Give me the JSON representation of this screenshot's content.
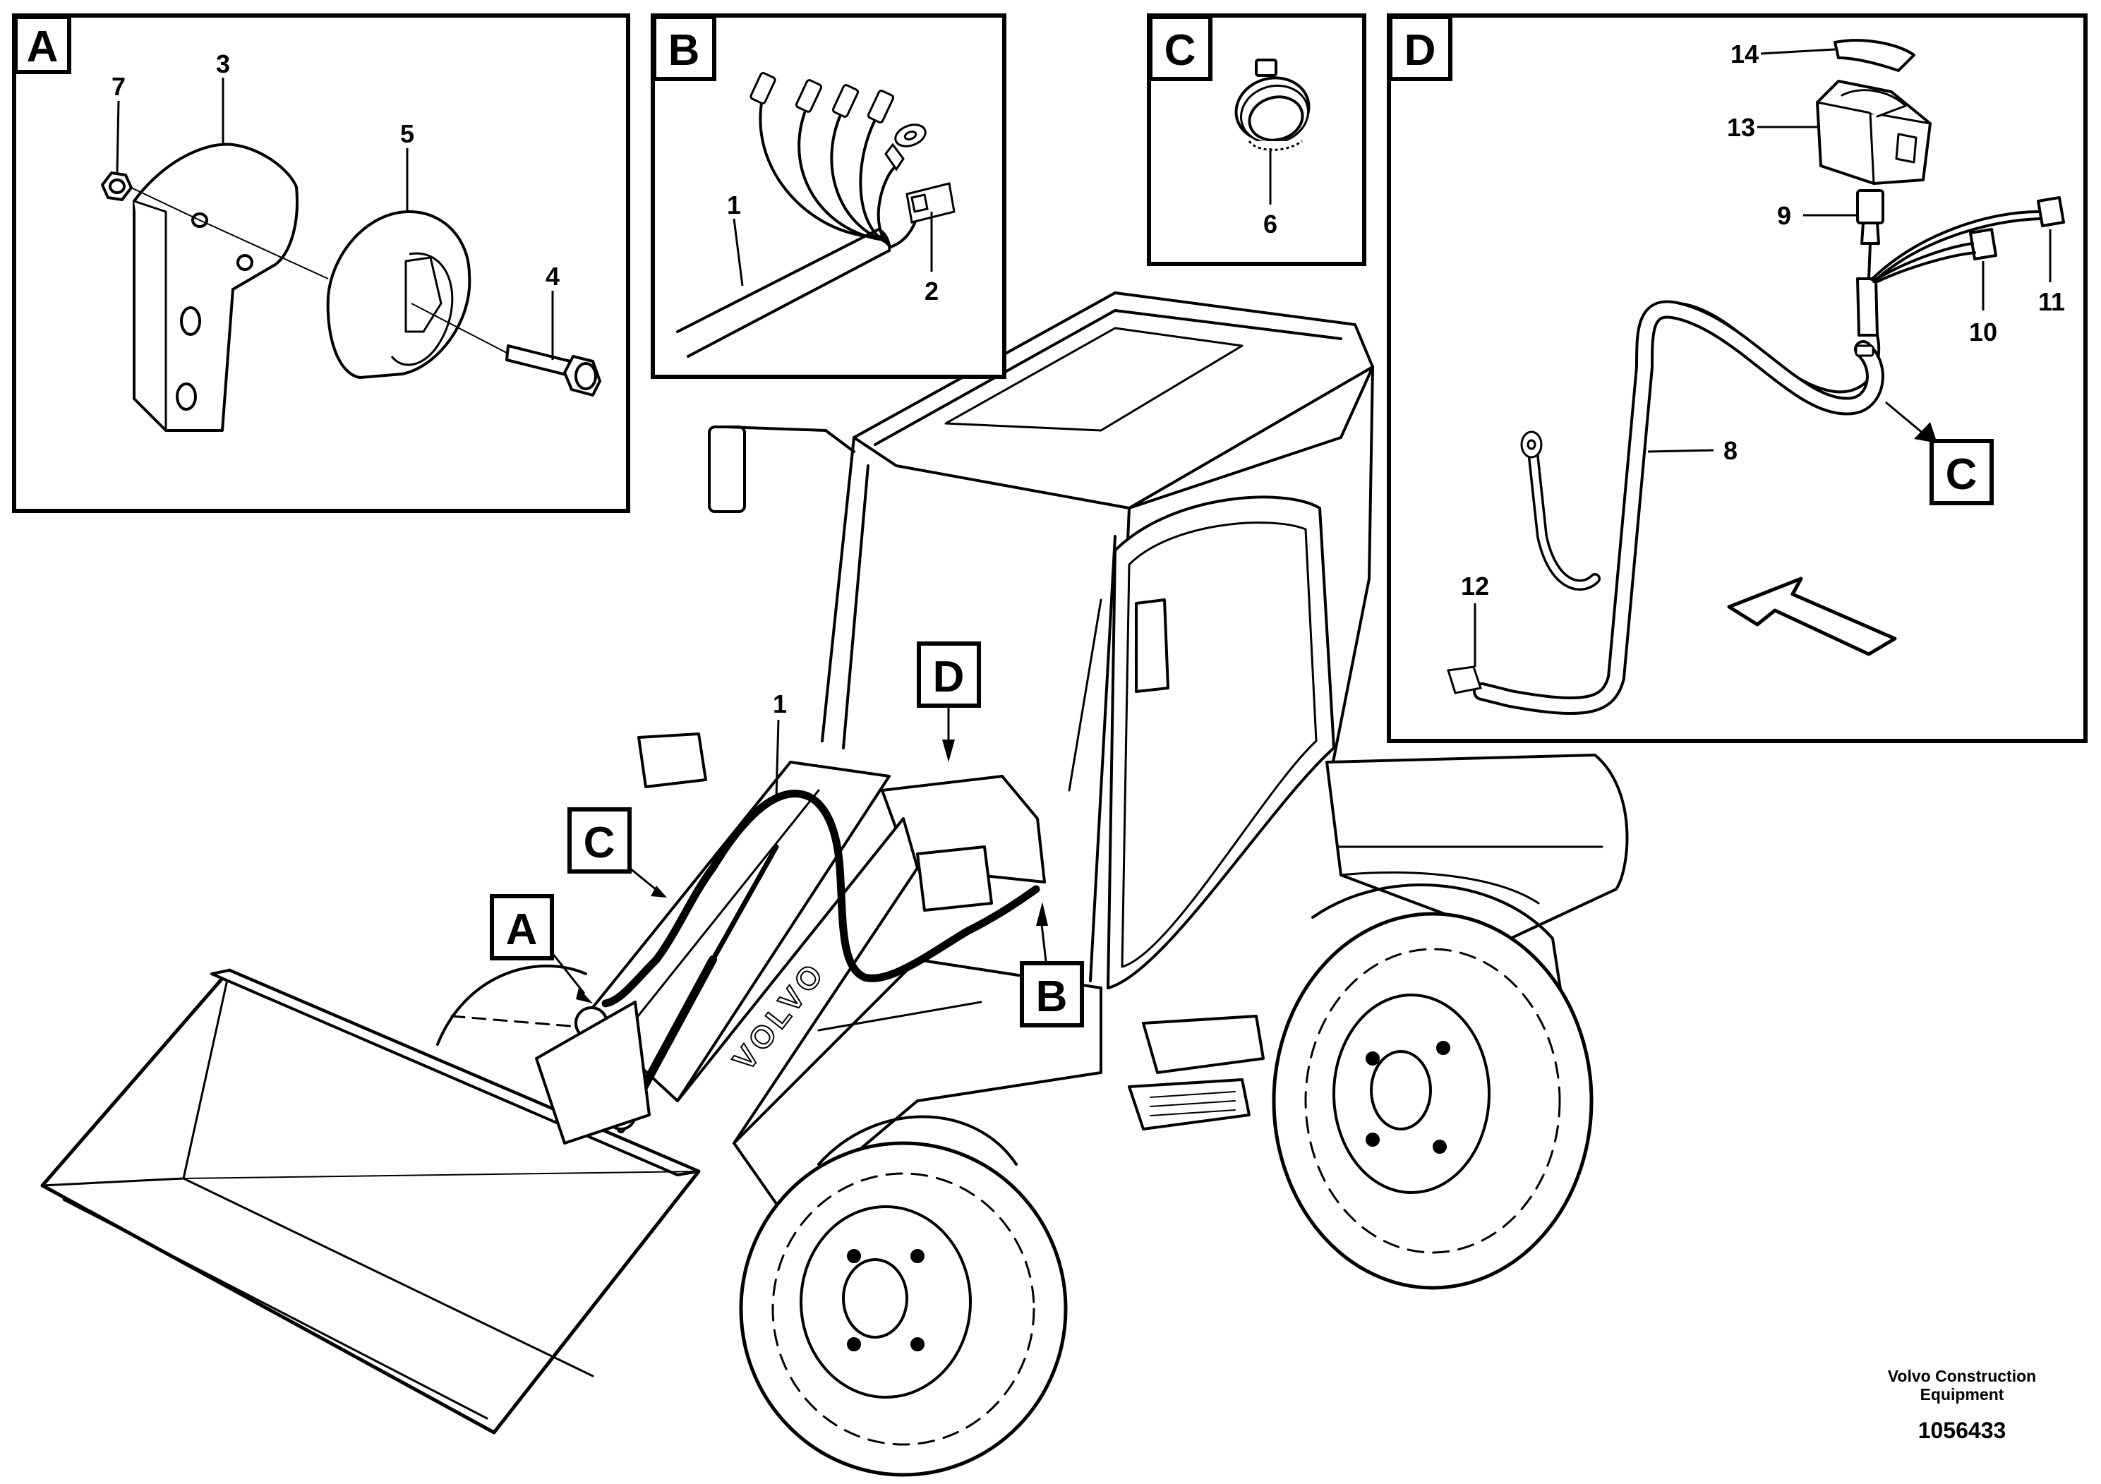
{
  "callouts": {
    "A": "A",
    "B": "B",
    "C": "C",
    "D": "D"
  },
  "parts": {
    "p1": "1",
    "p2": "2",
    "p3": "3",
    "p4": "4",
    "p5": "5",
    "p6": "6",
    "p7": "7",
    "p8": "8",
    "p9": "9",
    "p10": "10",
    "p11": "11",
    "p12": "12",
    "p13": "13",
    "p14": "14"
  },
  "machine_branding": "VOLVO",
  "footer": {
    "credit_line1": "Volvo Construction",
    "credit_line2": "Equipment",
    "document_number": "1056433"
  }
}
